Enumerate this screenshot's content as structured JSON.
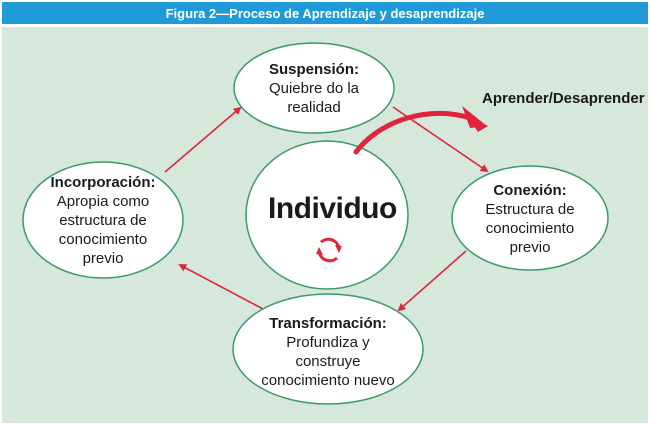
{
  "header": {
    "title": "Figura 2—Proceso de Aprendizaje y desaprendizaje"
  },
  "colors": {
    "header_bg": "#1f9ad6",
    "panel_bg": "#d6e7dc",
    "ellipse_border": "#3a9a6a",
    "arrow": "#e0243a"
  },
  "center": {
    "label": "Individuo",
    "icon": "cycle-arrows-icon"
  },
  "cycle_label": "Aprender/Desaprender",
  "nodes": [
    {
      "id": "suspension",
      "title": "Suspensión:",
      "lines": [
        "Quiebre do la",
        "realidad"
      ]
    },
    {
      "id": "conexion",
      "title": "Conexión:",
      "lines": [
        "Estructura de",
        "conocimiento",
        "previo"
      ]
    },
    {
      "id": "transformacion",
      "title": "Transformación:",
      "lines": [
        "Profundiza y",
        "construye",
        "conocimiento nuevo"
      ]
    },
    {
      "id": "incorporacion",
      "title": "Incorporación:",
      "lines": [
        "Apropia como",
        "estructura de",
        "conocimiento",
        "previo"
      ]
    }
  ],
  "edges": [
    {
      "from": "suspension",
      "to": "conexion"
    },
    {
      "from": "conexion",
      "to": "transformacion"
    },
    {
      "from": "transformacion",
      "to": "incorporacion"
    },
    {
      "from": "incorporacion",
      "to": "suspension"
    }
  ]
}
